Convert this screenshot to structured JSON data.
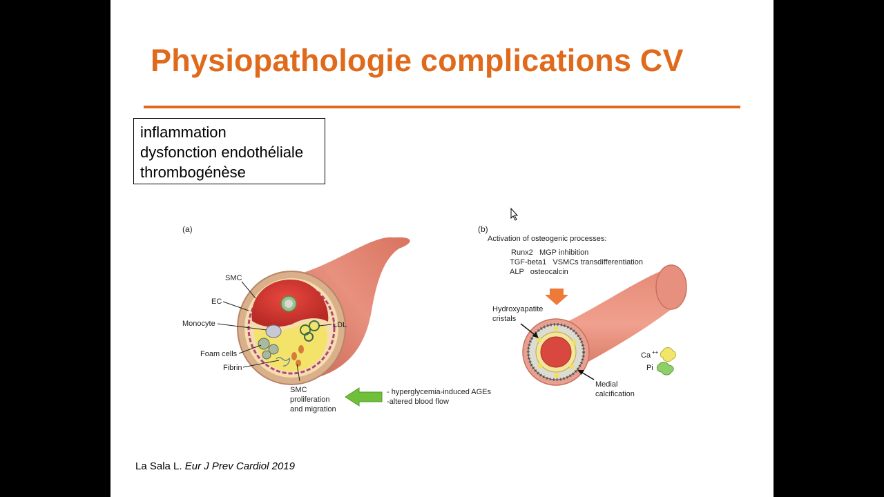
{
  "slide": {
    "title": "Physiopathologie complications CV",
    "box_lines": [
      "inflammation",
      "dysfonction endothéliale",
      "thrombogénèse"
    ],
    "citation_author": "La Sala L.",
    "citation_journal": "Eur J Prev Cardiol 2019"
  },
  "figure_a": {
    "panel_label": "(a)",
    "labels": {
      "smc": "SMC",
      "ec": "EC",
      "monocyte": "Monocyte",
      "foam_cells": "Foam cells",
      "fibrin": "Fibrin",
      "ldl": "LDL",
      "smc_prolif_1": "SMC",
      "smc_prolif_2": "proliferation",
      "smc_prolif_3": "and migration"
    },
    "arrow_text_1": "- hyperglycemia-induced AGEs",
    "arrow_text_2": "-altered blood flow"
  },
  "figure_b": {
    "panel_label": "(b)",
    "header": "Activation of osteogenic processes:",
    "processes": [
      "Runx2   MGP inhibition",
      "TGF-beta1   VSMCs transdifferentiation",
      "ALP   osteocalcin"
    ],
    "hydroxyapatite_1": "Hydroxyapatite",
    "hydroxyapatite_2": "cristals",
    "medial_1": "Medial",
    "medial_2": "calcification",
    "ca": "Ca",
    "ca_sup": "++",
    "pi": "Pi"
  },
  "colors": {
    "accent": "#e06a1b",
    "vessel": "#e89080",
    "vessel_dark": "#c86a58",
    "lumen_red": "#d93a34",
    "plaque_yellow": "#f3e36a",
    "green_arrow": "#6fbf3b"
  }
}
